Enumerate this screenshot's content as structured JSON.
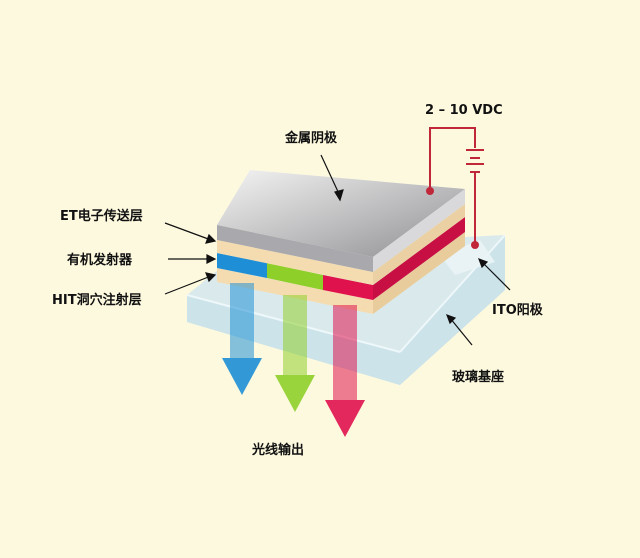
{
  "labels": {
    "cathode": "金属阴极",
    "voltage": "2 – 10 VDC",
    "et_layer": "ET电子传送层",
    "emitter": "有机发射器",
    "hit_layer": "HIT洞穴注射层",
    "ito_anode": "ITO阳极",
    "glass": "玻璃基座",
    "light_output": "光线输出"
  },
  "colors": {
    "background": "#fdf9df",
    "blue": "#1e8fd6",
    "green": "#8fcf2a",
    "red": "#e0124e",
    "beige": "#f5dcb0",
    "wire": "#c0283a",
    "glass": "#cfe6ee"
  }
}
